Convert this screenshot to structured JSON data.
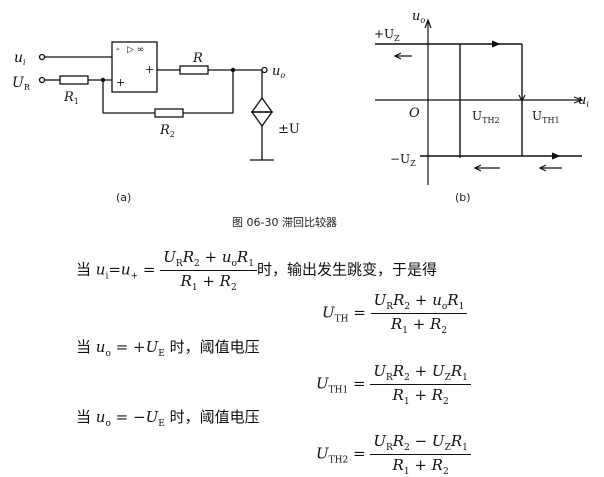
{
  "figure": {
    "caption": "图 06-30 滞回比较器",
    "panel_a_label": "(a)",
    "panel_b_label": "(b)",
    "circuit": {
      "input_ui": "u",
      "input_ui_sub": "i",
      "input_ur": "U",
      "input_ur_sub": "R",
      "r1": "R",
      "r1_sub": "1",
      "r2": "R",
      "r2_sub": "2",
      "r": "R",
      "output": "u",
      "output_sub": "o",
      "zener": "±U",
      "zener_sub": "Z",
      "opamp_minus": "-",
      "opamp_plus": "+",
      "opamp_out_plus": "+",
      "opamp_symbol": "▷ ∞"
    },
    "graph": {
      "y_axis": "u",
      "y_axis_sub": "o",
      "x_axis": "u",
      "x_axis_sub": "i",
      "origin": "O",
      "pos_level": "+U",
      "pos_level_sub": "Z",
      "neg_level": "−U",
      "neg_level_sub": "Z",
      "uth2": "U",
      "uth2_sub": "TH2",
      "uth1": "U",
      "uth1_sub": "TH1"
    }
  },
  "text": {
    "line1_prefix": "当 ",
    "line1_suffix": "时，输出发生跳变，于是得",
    "line2_prefix": "当 ",
    "line2_suffix": " 时，阈值电压",
    "line3_prefix": "当 ",
    "line3_suffix": " 时，阈值电压"
  }
}
